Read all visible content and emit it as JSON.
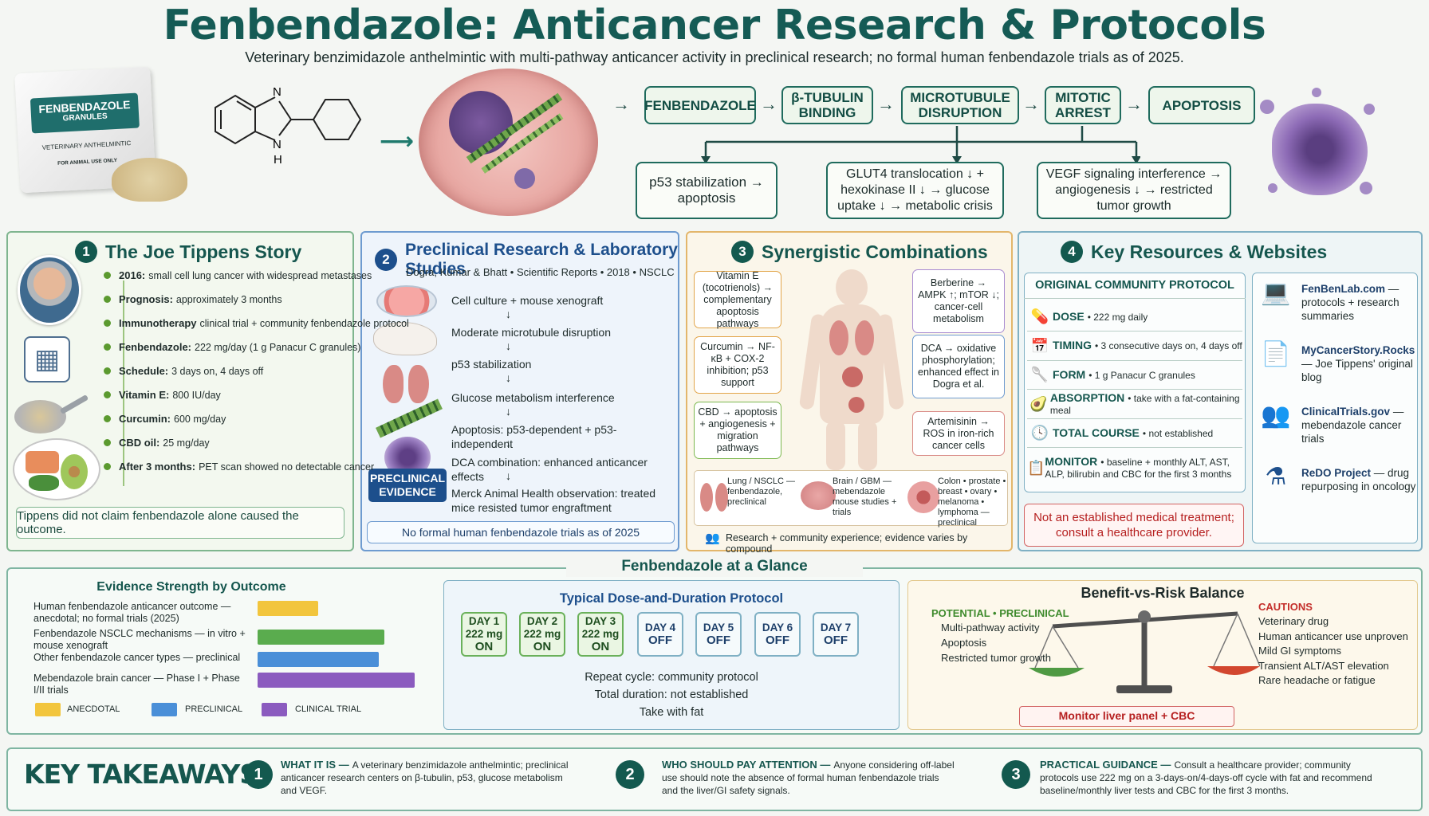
{
  "title": "Fenbendazole: Anticancer Research & Protocols",
  "subtitle": "Veterinary benzimidazole anthelmintic with multi-pathway anticancer activity in preclinical research; no formal human fenbendazole trials as of 2025.",
  "packet": {
    "name": "FENBENDAZOLE",
    "form": "GRANULES",
    "line1": "VETERINARY ANTHELMINTIC",
    "line2": "FOR ANIMAL USE ONLY"
  },
  "molecule": {
    "n1": "N",
    "n2": "N",
    "h": "H"
  },
  "flow": {
    "steps": [
      "FENBENDAZOLE",
      "β-TUBULIN BINDING",
      "MICROTUBULE DISRUPTION",
      "MITOTIC ARREST",
      "APOPTOSIS"
    ],
    "branches": [
      "p53 stabilization → apoptosis",
      "GLUT4 translocation ↓ + hexokinase II ↓ → glucose uptake ↓ → metabolic crisis",
      "VEGF signaling interference → angiogenesis ↓ → restricted tumor growth"
    ]
  },
  "joe": {
    "num": "1",
    "title": "The Joe Tippens Story",
    "items": [
      {
        "label": "2016:",
        "text": "small cell lung cancer with widespread metastases"
      },
      {
        "label": "Prognosis:",
        "text": "approximately 3 months"
      },
      {
        "label": "Immunotherapy",
        "text": "clinical trial + community fenbendazole protocol"
      },
      {
        "label": "Fenbendazole:",
        "text": "222 mg/day (1 g Panacur C granules)"
      },
      {
        "label": "Schedule:",
        "text": "3 days on, 4 days off"
      },
      {
        "label": "Vitamin E:",
        "text": "800 IU/day"
      },
      {
        "label": "Curcumin:",
        "text": "600 mg/day"
      },
      {
        "label": "CBD oil:",
        "text": "25 mg/day"
      },
      {
        "label": "After 3 months:",
        "text": "PET scan showed no detectable cancer"
      }
    ],
    "note": "Tippens did not claim fenbendazole alone caused the outcome."
  },
  "preclinical": {
    "num": "2",
    "title": "Preclinical Research & Laboratory Studies",
    "citation": "Dogra, Kumar & Bhatt • Scientific Reports • 2018 • NSCLC",
    "steps": [
      "Cell culture + mouse xenograft",
      "Moderate microtubule disruption",
      "p53 stabilization",
      "Glucose metabolism interference",
      "Apoptosis: p53-dependent + p53-independent",
      "DCA combination: enhanced anticancer effects",
      "Merck Animal Health observation: treated mice resisted tumor engraftment"
    ],
    "badge": "PRECLINICAL EVIDENCE",
    "note": "No formal human fenbendazole trials as of 2025"
  },
  "synergy": {
    "num": "3",
    "title": "Synergistic Combinations",
    "left": [
      "Vitamin E (tocotrienols) → complementary apoptosis pathways",
      "Curcumin → NF-κB + COX-2 inhibition; p53 support",
      "CBD → apoptosis + angiogenesis + migration pathways"
    ],
    "right": [
      "Berberine → AMPK ↑; mTOR ↓; cancer-cell metabolism",
      "DCA → oxidative phosphorylation; enhanced effect in Dogra et al.",
      "Artemisinin → ROS in iron-rich cancer cells"
    ],
    "organs": [
      "Lung / NSCLC — fenbendazole, preclinical",
      "Brain / GBM — mebendazole mouse studies + trials",
      "Colon • prostate • breast • ovary • melanoma • lymphoma — preclinical"
    ],
    "footer": "Research + community experience; evidence varies by compound"
  },
  "resources": {
    "num": "4",
    "title": "Key Resources & Websites",
    "protocol_title": "ORIGINAL COMMUNITY PROTOCOL",
    "rows": [
      {
        "icon": "pill-icon",
        "glyph": "💊",
        "label": "DOSE",
        "text": "• 222 mg daily"
      },
      {
        "icon": "calendar-icon",
        "glyph": "📅",
        "label": "TIMING",
        "text": "• 3 consecutive days on, 4 days off"
      },
      {
        "icon": "spoon-icon",
        "glyph": "🥄",
        "label": "FORM",
        "text": "• 1 g Panacur C granules"
      },
      {
        "icon": "food-icon",
        "glyph": "🥑",
        "label": "ABSORPTION",
        "text": "• take with a fat-containing meal"
      },
      {
        "icon": "clock-icon",
        "glyph": "🕓",
        "label": "TOTAL COURSE",
        "text": "• not established"
      },
      {
        "icon": "clipboard-icon",
        "glyph": "📋",
        "label": "MONITOR",
        "text": "• baseline + monthly ALT, AST, ALP, bilirubin and CBC for the first 3 months"
      }
    ],
    "warning": "Not an established medical treatment; consult a healthcare provider.",
    "sites": [
      {
        "icon": "laptop-icon",
        "glyph": "💻",
        "name": "FenBenLab.com",
        "desc": "— protocols + research summaries"
      },
      {
        "icon": "document-icon",
        "glyph": "📄",
        "name": "MyCancerStory.Rocks",
        "desc": "— Joe Tippens' original blog"
      },
      {
        "icon": "people-icon",
        "glyph": "👥",
        "name": "ClinicalTrials.gov",
        "desc": "— mebendazole cancer trials"
      },
      {
        "icon": "flask-icon",
        "glyph": "⚗",
        "name": "ReDO Project",
        "desc": "— drug repurposing in oncology"
      }
    ]
  },
  "glance": {
    "title": "Fenbendazole at a Glance",
    "evidence": {
      "title": "Evidence Strength by Outcome",
      "legend": [
        "ANECDOTAL",
        "PRECLINICAL",
        "CLINICAL TRIAL"
      ],
      "colors": {
        "anecdotal": "#f2c53d",
        "preclinical": "#4a8fd8",
        "clinical": "#8b5bbf",
        "mech": "#5aac4e"
      }
    },
    "dose": {
      "title": "Typical Dose-and-Duration Protocol",
      "days": [
        {
          "day": "DAY 1",
          "dose": "222 mg",
          "state": "ON"
        },
        {
          "day": "DAY 2",
          "dose": "222 mg",
          "state": "ON"
        },
        {
          "day": "DAY 3",
          "dose": "222 mg",
          "state": "ON"
        },
        {
          "day": "DAY 4",
          "dose": "",
          "state": "OFF"
        },
        {
          "day": "DAY 5",
          "dose": "",
          "state": "OFF"
        },
        {
          "day": "DAY 6",
          "dose": "",
          "state": "OFF"
        },
        {
          "day": "DAY 7",
          "dose": "",
          "state": "OFF"
        }
      ],
      "notes": [
        "Repeat cycle: community protocol",
        "Total duration: not established",
        "Take with fat"
      ]
    },
    "balance": {
      "title": "Benefit-vs-Risk Balance",
      "benefit_title": "POTENTIAL • PRECLINICAL",
      "benefits": [
        "Multi-pathway activity",
        "Apoptosis",
        "Restricted tumor growth"
      ],
      "cautions_title": "CAUTIONS",
      "cautions": [
        "Veterinary drug",
        "Human anticancer use unproven",
        "Mild GI symptoms",
        "Transient ALT/AST elevation",
        "Rare headache or fatigue"
      ],
      "monitor": "Monitor liver panel + CBC"
    }
  },
  "chart_data": {
    "type": "bar",
    "title": "Evidence Strength by Outcome",
    "categories": [
      "Human fenbendazole anticancer outcome — anecdotal; no formal trials (2025)",
      "Fenbendazole NSCLC mechanisms — in vitro + mouse xenograft",
      "Other fenbendazole cancer types — preclinical",
      "Mebendazole brain cancer — Phase I + Phase I/II trials"
    ],
    "values": [
      1.0,
      2.1,
      2.0,
      2.6
    ],
    "categories_type": [
      "ANECDOTAL",
      "PRECLINICAL",
      "PRECLINICAL",
      "CLINICAL TRIAL"
    ],
    "xlabel": "",
    "ylabel": "",
    "xlim": [
      0,
      2.6
    ],
    "legend": "bottom",
    "grid": false
  },
  "takeaways": {
    "title": "KEY TAKEAWAYS",
    "items": [
      {
        "num": "1",
        "head": "WHAT IT IS —",
        "text": "A veterinary benzimidazole anthelmintic; preclinical anticancer research centers on β-tubulin, p53, glucose metabolism and VEGF."
      },
      {
        "num": "2",
        "head": "WHO SHOULD PAY ATTENTION —",
        "text": "Anyone considering off-label use should note the absence of formal human fenbendazole trials and the liver/GI safety signals."
      },
      {
        "num": "3",
        "head": "PRACTICAL GUIDANCE —",
        "text": "Consult a healthcare provider; community protocols use 222 mg on a 3-days-on/4-days-off cycle with fat and recommend baseline/monthly liver tests and CBC for the first 3 months."
      }
    ]
  }
}
